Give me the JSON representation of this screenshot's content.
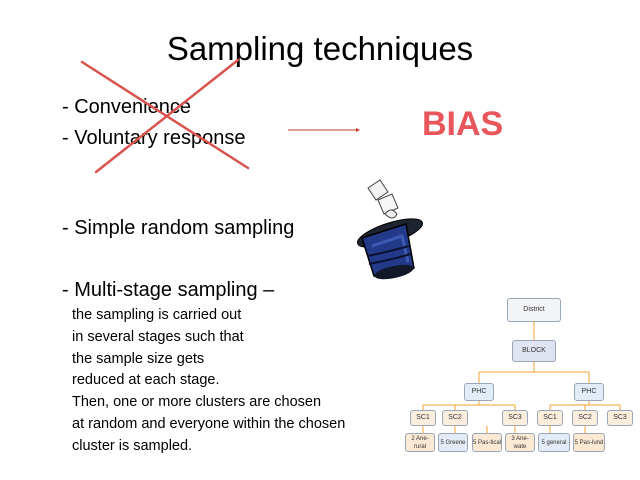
{
  "slide": {
    "title": "Sampling techniques",
    "bullets": {
      "convenience": "- Convenience",
      "voluntary": "- Voluntary response",
      "simple_random": "- Simple random sampling",
      "multistage": "- Multi-stage sampling –"
    },
    "multistage_description": [
      "the sampling is carried out",
      "in several stages such that",
      "the sample size gets",
      "reduced at each stage.",
      "Then, one or more clusters are chosen",
      "at random and everyone within the chosen",
      "cluster is sampled."
    ],
    "bias_label": "BIAS",
    "colors": {
      "bias": "#e8555a",
      "cross": "#d9534f",
      "arrow": "#c0392b"
    },
    "icons": {
      "hat": "magic-hat-icon"
    }
  },
  "diagram": {
    "root": "District",
    "level2": "BLOCK",
    "level3": [
      "PHC",
      "PHC"
    ],
    "level4": [
      "SC1",
      "SC2",
      "SC3",
      "SC1",
      "SC2",
      "SC3"
    ],
    "level5": [
      "2 Ane-rural",
      "5 Greene",
      "5 Pas-tical",
      "3 Ane-wate",
      "5 general",
      "5 Pas-lund"
    ]
  }
}
